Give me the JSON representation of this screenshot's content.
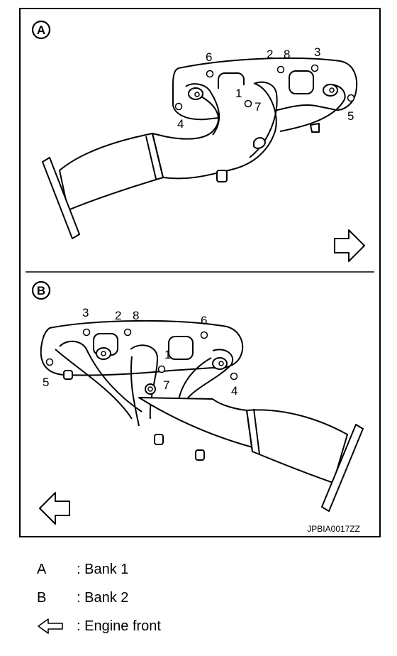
{
  "figure": {
    "bank_a": {
      "badge": "A",
      "bolt_labels": [
        "6",
        "2",
        "8",
        "3",
        "1",
        "7",
        "4",
        "5"
      ]
    },
    "bank_b": {
      "badge": "B",
      "bolt_labels": [
        "3",
        "2",
        "8",
        "6",
        "5",
        "1",
        "7",
        "4"
      ]
    },
    "image_code": "JPBIA0017ZZ"
  },
  "legend": [
    {
      "key": "A",
      "desc": ": Bank 1"
    },
    {
      "key": "B",
      "desc": ": Bank 2"
    },
    {
      "key_icon": "hollow-arrow-left-icon",
      "desc": ": Engine front"
    }
  ]
}
